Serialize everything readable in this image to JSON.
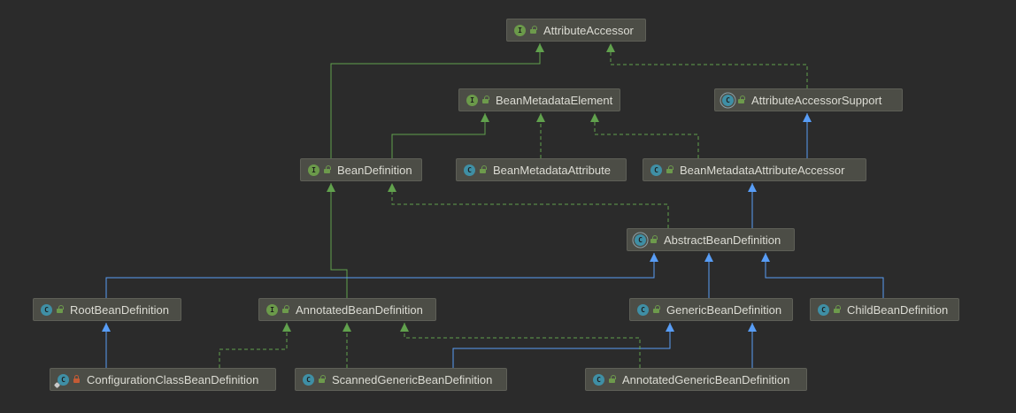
{
  "colors": {
    "background": "#2b2b2b",
    "node_fill": "#4c4d46",
    "extends_class": "#589df6",
    "interface_edge": "#61a14d"
  },
  "nodes": [
    {
      "id": "attributeAccessor",
      "label": "AttributeAccessor",
      "kind": "interface",
      "visibility": "public"
    },
    {
      "id": "beanMetadataElement",
      "label": "BeanMetadataElement",
      "kind": "interface",
      "visibility": "public"
    },
    {
      "id": "attributeAccessorSupport",
      "label": "AttributeAccessorSupport",
      "kind": "abstract",
      "visibility": "public"
    },
    {
      "id": "beanDefinition",
      "label": "BeanDefinition",
      "kind": "interface",
      "visibility": "public"
    },
    {
      "id": "beanMetadataAttribute",
      "label": "BeanMetadataAttribute",
      "kind": "class",
      "visibility": "public"
    },
    {
      "id": "beanMetadataAttributeAccessor",
      "label": "BeanMetadataAttributeAccessor",
      "kind": "class",
      "visibility": "public"
    },
    {
      "id": "abstractBeanDefinition",
      "label": "AbstractBeanDefinition",
      "kind": "abstract",
      "visibility": "public"
    },
    {
      "id": "rootBeanDefinition",
      "label": "RootBeanDefinition",
      "kind": "class",
      "visibility": "public"
    },
    {
      "id": "annotatedBeanDefinition",
      "label": "AnnotatedBeanDefinition",
      "kind": "interface",
      "visibility": "public"
    },
    {
      "id": "genericBeanDefinition",
      "label": "GenericBeanDefinition",
      "kind": "class",
      "visibility": "public"
    },
    {
      "id": "childBeanDefinition",
      "label": "ChildBeanDefinition",
      "kind": "class",
      "visibility": "public"
    },
    {
      "id": "configurationClassBeanDefinition",
      "label": "ConfigurationClassBeanDefinition",
      "kind": "config",
      "visibility": "private"
    },
    {
      "id": "scannedGenericBeanDefinition",
      "label": "ScannedGenericBeanDefinition",
      "kind": "class",
      "visibility": "public"
    },
    {
      "id": "annotatedGenericBeanDefinition",
      "label": "AnnotatedGenericBeanDefinition",
      "kind": "class",
      "visibility": "public"
    }
  ],
  "edges": [
    {
      "from": "beanDefinition",
      "to": "attributeAccessor",
      "type": "interface-extends"
    },
    {
      "from": "attributeAccessorSupport",
      "to": "attributeAccessor",
      "type": "implements"
    },
    {
      "from": "beanDefinition",
      "to": "beanMetadataElement",
      "type": "interface-extends"
    },
    {
      "from": "beanMetadataAttribute",
      "to": "beanMetadataElement",
      "type": "implements"
    },
    {
      "from": "beanMetadataAttributeAccessor",
      "to": "beanMetadataElement",
      "type": "implements"
    },
    {
      "from": "beanMetadataAttributeAccessor",
      "to": "attributeAccessorSupport",
      "type": "extends"
    },
    {
      "from": "abstractBeanDefinition",
      "to": "beanMetadataAttributeAccessor",
      "type": "extends"
    },
    {
      "from": "abstractBeanDefinition",
      "to": "beanDefinition",
      "type": "implements"
    },
    {
      "from": "annotatedBeanDefinition",
      "to": "beanDefinition",
      "type": "interface-extends"
    },
    {
      "from": "rootBeanDefinition",
      "to": "abstractBeanDefinition",
      "type": "extends"
    },
    {
      "from": "genericBeanDefinition",
      "to": "abstractBeanDefinition",
      "type": "extends"
    },
    {
      "from": "childBeanDefinition",
      "to": "abstractBeanDefinition",
      "type": "extends"
    },
    {
      "from": "configurationClassBeanDefinition",
      "to": "rootBeanDefinition",
      "type": "extends"
    },
    {
      "from": "configurationClassBeanDefinition",
      "to": "annotatedBeanDefinition",
      "type": "implements"
    },
    {
      "from": "scannedGenericBeanDefinition",
      "to": "annotatedBeanDefinition",
      "type": "implements"
    },
    {
      "from": "scannedGenericBeanDefinition",
      "to": "genericBeanDefinition",
      "type": "extends"
    },
    {
      "from": "annotatedGenericBeanDefinition",
      "to": "annotatedBeanDefinition",
      "type": "implements"
    },
    {
      "from": "annotatedGenericBeanDefinition",
      "to": "genericBeanDefinition",
      "type": "extends"
    }
  ]
}
